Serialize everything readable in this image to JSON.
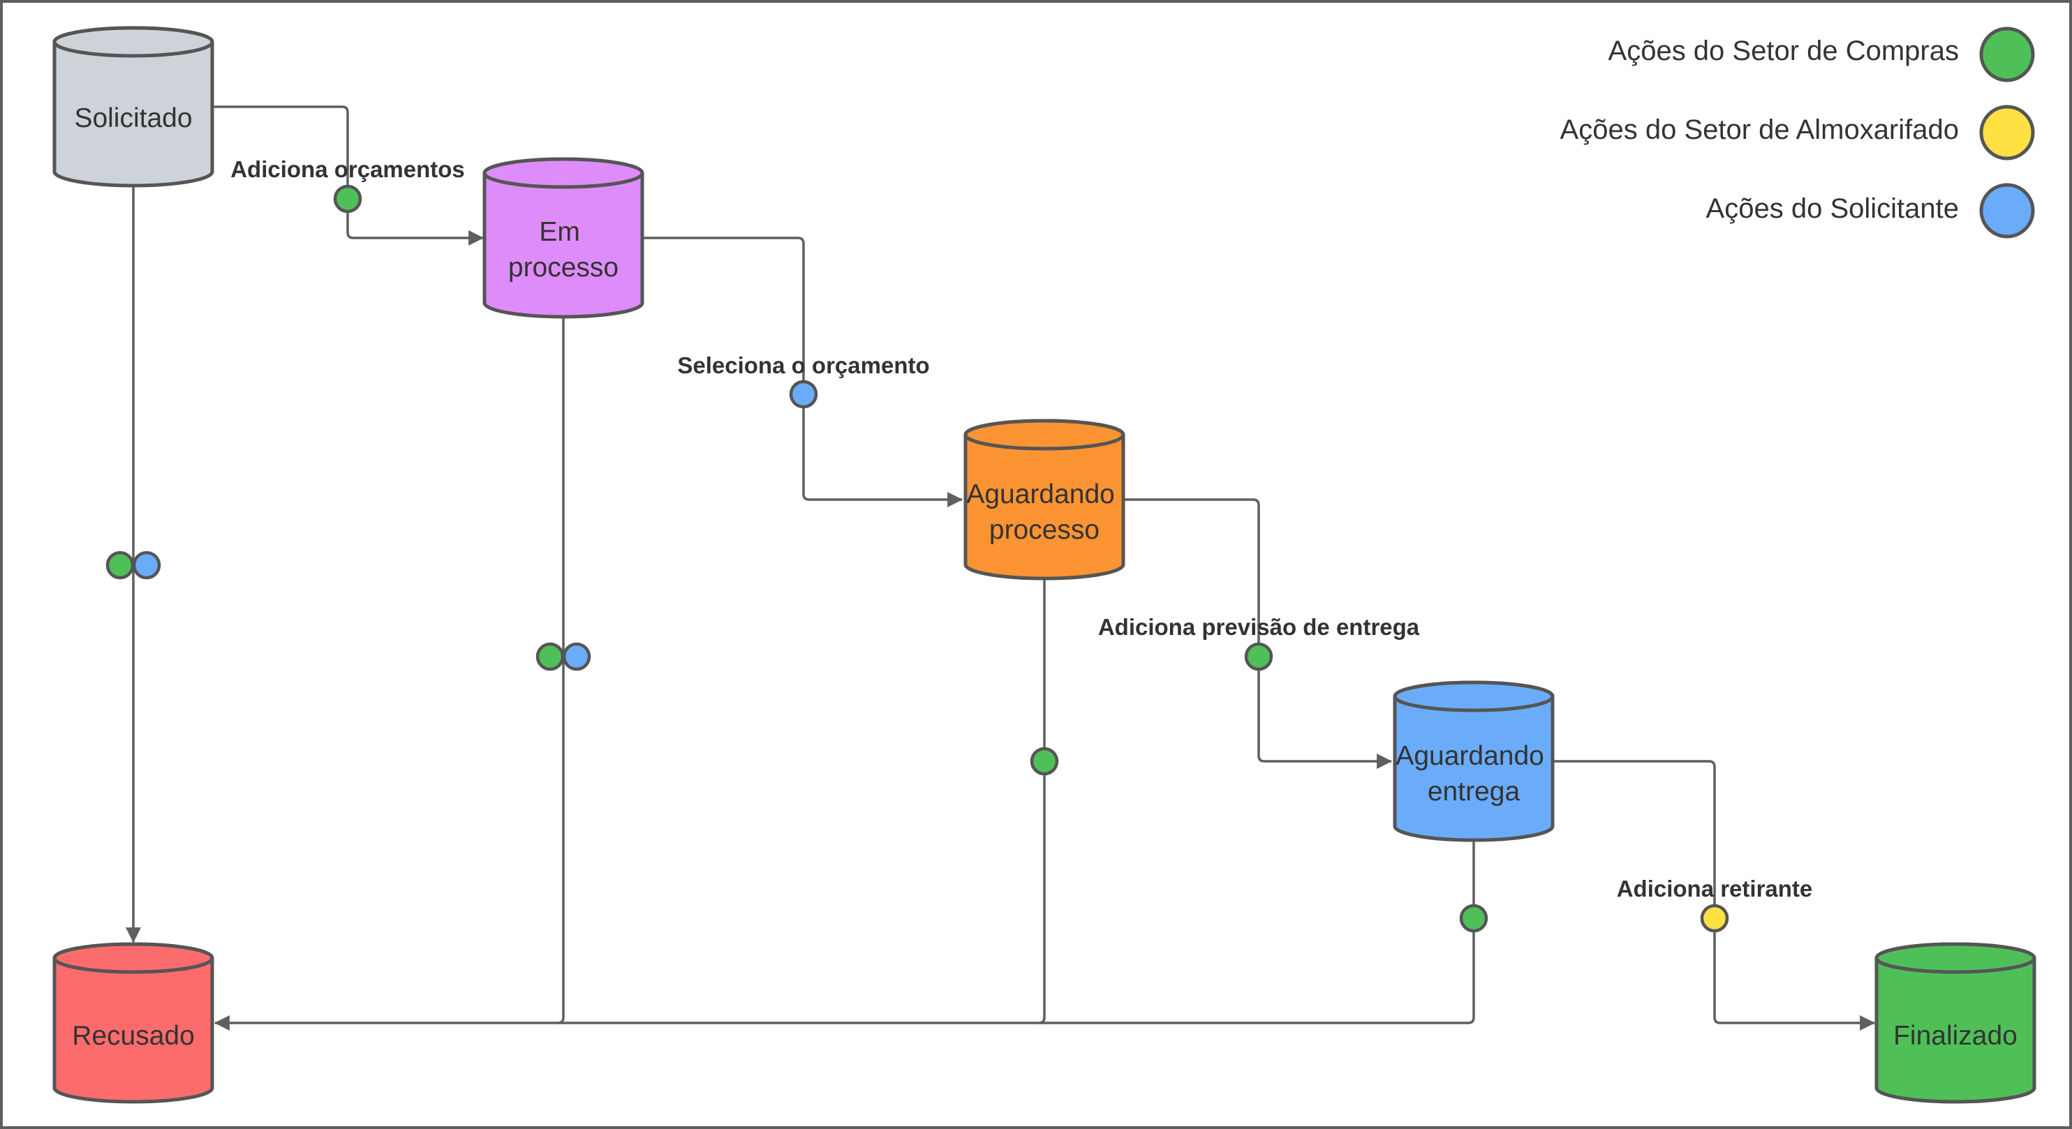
{
  "colors": {
    "compras": "#4fc058",
    "almoxarifado": "#ffe144",
    "solicitante": "#6aacfa",
    "stroke": "#555555"
  },
  "legend": [
    {
      "label": "Ações do Setor de Compras",
      "color": "#4fc058"
    },
    {
      "label": "Ações do Setor de Almoxarifado",
      "color": "#ffe144"
    },
    {
      "label": "Ações do Solicitante",
      "color": "#6aacfa"
    }
  ],
  "nodes": {
    "solicitado": {
      "lines": [
        "Solicitado"
      ],
      "color": "#ced3da"
    },
    "em_processo": {
      "lines": [
        "Em",
        "processo"
      ],
      "color": "#df8cfb"
    },
    "aguardando_processo": {
      "lines": [
        "Aguardando",
        "processo"
      ],
      "color": "#fd9433"
    },
    "aguardando_entrega": {
      "lines": [
        "Aguardando",
        "entrega"
      ],
      "color": "#6aacfa"
    },
    "recusado": {
      "lines": [
        "Recusado"
      ],
      "color": "#fd6c6c"
    },
    "finalizado": {
      "lines": [
        "Finalizado"
      ],
      "color": "#4fc058"
    }
  },
  "edges": {
    "adiciona_orcamentos": "Adiciona orçamentos",
    "seleciona_orcamento": "Seleciona o orçamento",
    "adiciona_previsao": "Adiciona previsão de entrega",
    "adiciona_retirante": "Adiciona retirante"
  }
}
